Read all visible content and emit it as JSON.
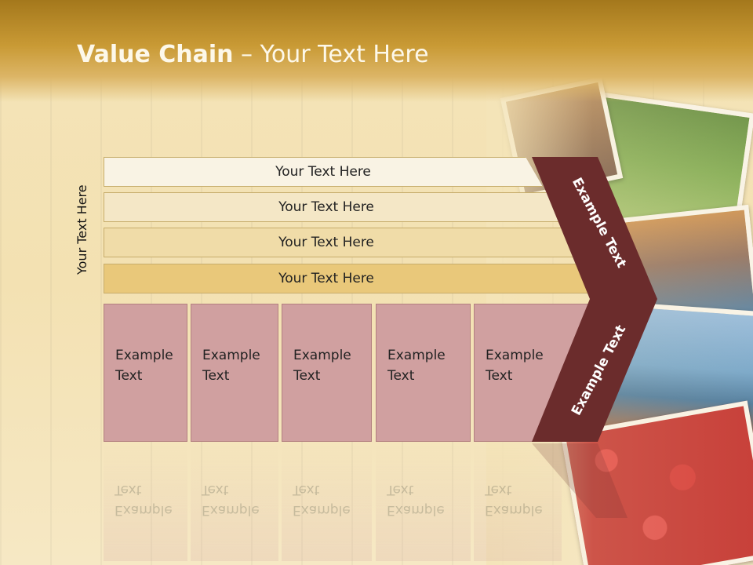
{
  "slide": {
    "title_bold": "Value Chain",
    "title_rest": " – Your Text Here",
    "vertical_label": "Your Text Here",
    "bars": [
      {
        "label": "Your Text Here",
        "color": "#f9f3e4"
      },
      {
        "label": "Your Text Here",
        "color": "#f4e7c6"
      },
      {
        "label": "Your Text Here",
        "color": "#f0dca8"
      },
      {
        "label": "Your Text Here",
        "color": "#e9c87a"
      }
    ],
    "boxes": [
      {
        "line1": "Example",
        "line2": "Text"
      },
      {
        "line1": "Example",
        "line2": "Text"
      },
      {
        "line1": "Example",
        "line2": "Text"
      },
      {
        "line1": "Example",
        "line2": "Text"
      },
      {
        "line1": "Example",
        "line2": "Text"
      }
    ],
    "chevron_top_text": "Example Text",
    "chevron_bottom_text": "Example Text",
    "chevron_color": "#6b2c2c"
  }
}
